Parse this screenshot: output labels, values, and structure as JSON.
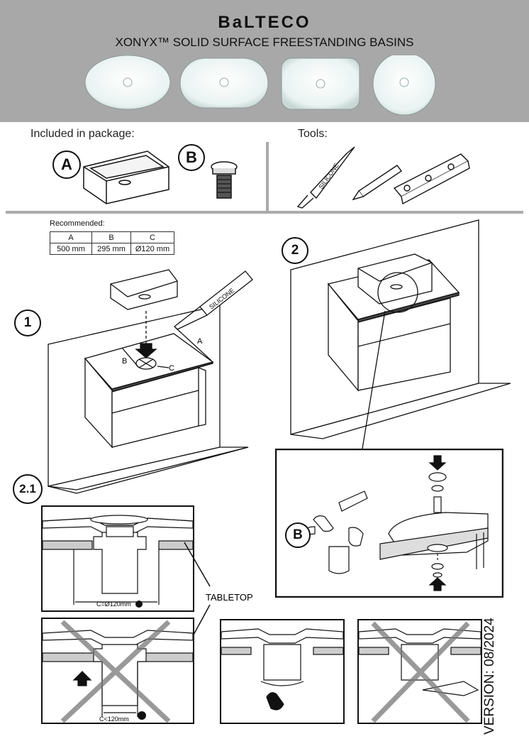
{
  "header": {
    "brand": "BaLTECO",
    "subtitle": "XONYX™ SOLID SURFACE FREESTANDING BASINS"
  },
  "package": {
    "label": "Included in package:",
    "item_a": "A",
    "item_b": "B"
  },
  "tools": {
    "label": "Tools:",
    "silicone": "SILICONE"
  },
  "recommended": {
    "label": "Recommended:",
    "headers": [
      "A",
      "B",
      "C"
    ],
    "values": [
      "500 mm",
      "295 mm",
      "Ø120 mm"
    ]
  },
  "steps": {
    "step1": "1",
    "step2": "2",
    "step21": "2.1"
  },
  "step1_labels": {
    "silicone": "SILICONE",
    "a": "A",
    "b": "B",
    "c": "C"
  },
  "detail": {
    "b_label": "B"
  },
  "tabletop_label": "TABLETOP",
  "dim_ok": "C=Ø120mm",
  "dim_bad": "C<120mm",
  "version": "VERSION: 08/2024"
}
